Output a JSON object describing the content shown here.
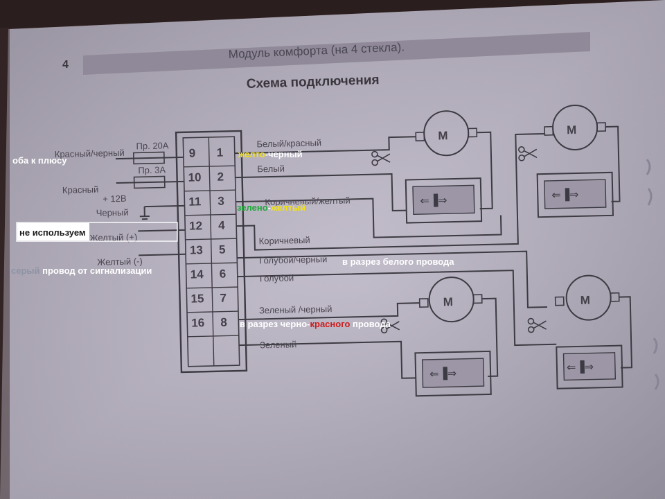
{
  "page_number": "4",
  "header": "Модуль комфорта (на 4 стекла).",
  "title": "Схема подключения",
  "fuses": {
    "f1": "Пр. 20А",
    "f2": "Пр. 3А"
  },
  "left_inputs": {
    "red_black": "Красный/черный",
    "red": "Красный",
    "plus12": "+ 12В",
    "black": "Черный",
    "yellow_plus": "Желтый (+)",
    "yellow_minus": "Желтый (-)"
  },
  "pins_left": [
    "9",
    "10",
    "11",
    "12",
    "13",
    "14",
    "15",
    "16"
  ],
  "pins_right": [
    "1",
    "2",
    "3",
    "4",
    "5",
    "6",
    "7",
    "8"
  ],
  "wire_labels": {
    "w1": "Белый/красный",
    "w2": "Белый",
    "w3": "Коричневый/желтый",
    "w4": "Коричневый",
    "w5": "Голубой/черный",
    "w6": "Голубой",
    "w7": "Зеленый /черный",
    "w8": "Зеленый"
  },
  "motor_letter": "M",
  "annotations": {
    "both_plus": "оба к плюсу",
    "yellow": "желто",
    "dash_black": "-черный",
    "green": "зелено",
    "dash": "-",
    "yellow2": "желтый",
    "unused": "не используем",
    "grey": "серый",
    "alarm_wire": " провод от сигнализации",
    "cut_white": "в разрез белого провода",
    "cut_prefix": "в разрез черно",
    "red_word": "красного",
    "cut_suffix": " провода"
  },
  "colors": {
    "annotation_white": "#ffffff",
    "annotation_yellow": "#f2e21a",
    "annotation_green": "#1fa83a",
    "annotation_grey": "#8d93a6",
    "annotation_red": "#cc1d1d",
    "paper": "#b6b0c0",
    "ink": "#3c3a42"
  }
}
